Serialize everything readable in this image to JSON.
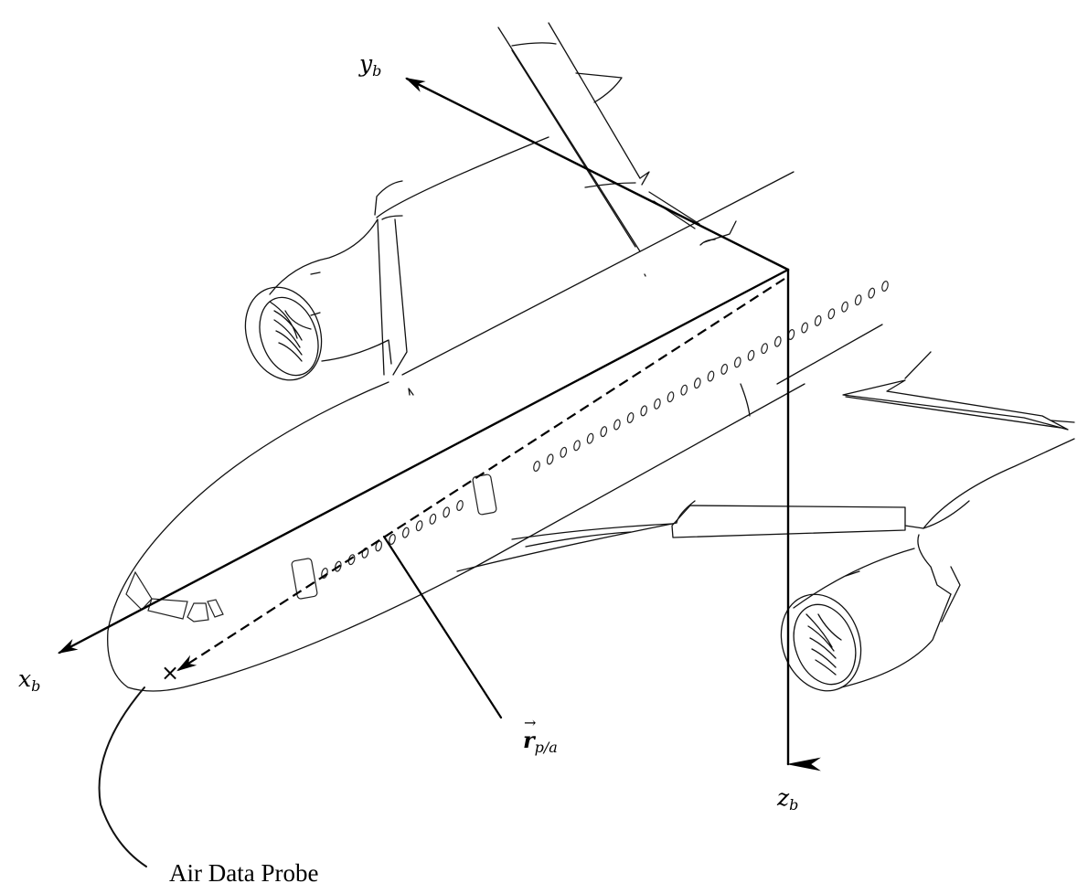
{
  "figure": {
    "title": "Aircraft body frame with air data probe position vector",
    "colors": {
      "line": "#000000",
      "background": "#ffffff"
    }
  },
  "axes": {
    "x": {
      "symbol": "x",
      "subscript": "b"
    },
    "y": {
      "symbol": "y",
      "subscript": "b"
    },
    "z": {
      "symbol": "z",
      "subscript": "b"
    }
  },
  "vector": {
    "arrow": "→",
    "symbol": "r",
    "subscript": "p/a"
  },
  "annotations": {
    "probe_label": "Air Data Probe",
    "probe_marker": "×"
  }
}
